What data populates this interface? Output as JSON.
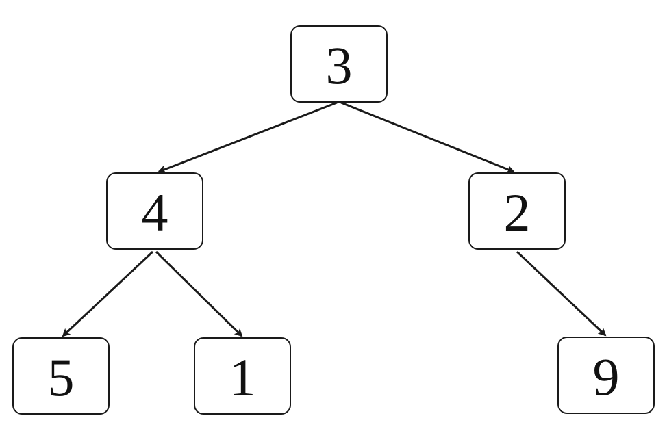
{
  "tree": {
    "root": {
      "value": "3"
    },
    "left": {
      "value": "4"
    },
    "right": {
      "value": "2"
    },
    "left_left": {
      "value": "5"
    },
    "left_right": {
      "value": "1"
    },
    "right_right": {
      "value": "9"
    }
  },
  "edges": [
    {
      "from": "3",
      "to": "4"
    },
    {
      "from": "3",
      "to": "2"
    },
    {
      "from": "4",
      "to": "5"
    },
    {
      "from": "4",
      "to": "1"
    },
    {
      "from": "2",
      "to": "9"
    }
  ],
  "colors": {
    "background": "#ffffff",
    "stroke": "#1a1a1a",
    "text": "#111111"
  }
}
